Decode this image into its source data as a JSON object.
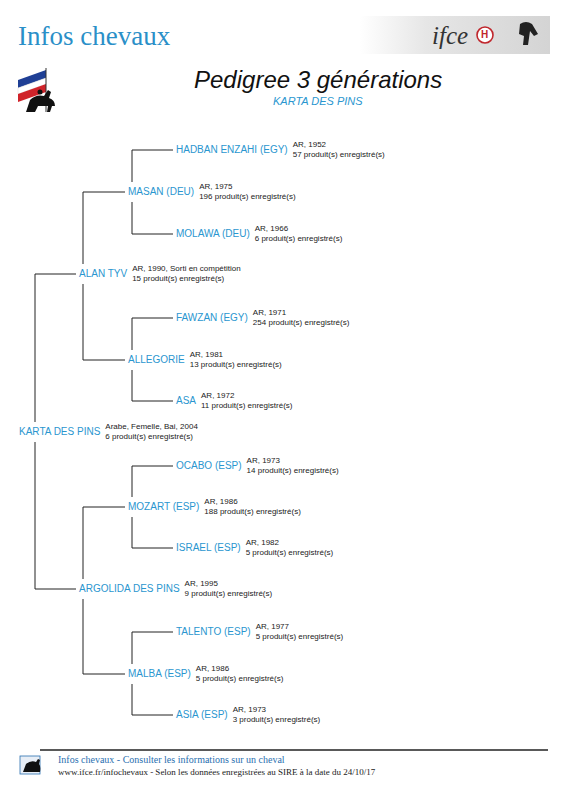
{
  "diagram": {
    "title": "Pedigree 3 générations",
    "nodes": [
      {
        "text": [
          "HADBAN ENZAHI (EGY)",
          "AR, 1952",
          "57 produit(s) enregistré(s)"
        ]
      },
      {
        "text": [
          "MASAN (DEU)",
          "AR, 1975",
          "196 produit(s) enregistré(s)"
        ]
      },
      {
        "text": [
          "MOLAWA (DEU)",
          "AR, 1966",
          "6 produit(s) enregistré(s)"
        ]
      },
      {
        "text": [
          "ALAN TYV",
          "AR, 1990, Sorti en compétition",
          "15 produit(s) enregistré(s)"
        ]
      },
      {
        "text": [
          "FAWZAN (EGY)",
          "AR, 1971",
          "254 produit(s) enregistré(s)"
        ]
      },
      {
        "text": [
          "ALLEGORIE",
          "AR, 1981",
          "13 produit(s) enregistré(s)"
        ]
      },
      {
        "text": [
          "ASA",
          "AR, 1972",
          "11 produit(s) enregistré(s)"
        ]
      },
      {
        "text": [
          "KARTA DES PINS",
          "Arabe, Femelle, Bai, 2004",
          "6 produit(s) enregistré(s)"
        ]
      },
      {
        "text": [
          "OCABO (ESP)",
          "AR, 1973",
          "14 produit(s) enregistré(s)"
        ]
      },
      {
        "text": [
          "MOZART (ESP)",
          "AR, 1986",
          "188 produit(s) enregistré(s)"
        ]
      },
      {
        "text": [
          "ISRAEL (ESP)",
          "AR, 1982",
          "5 produit(s) enregistré(s)"
        ]
      },
      {
        "text": [
          "ARGOLIDA DES PINS",
          "AR, 1995",
          "9 produit(s) enregistré(s)"
        ]
      },
      {
        "text": [
          "TALENTO (ESP)",
          "AR, 1977",
          "5 produit(s) enregistré(s)"
        ]
      },
      {
        "text": [
          "MALBA (ESP)",
          "AR, 1986",
          "5 produit(s) enregistré(s)"
        ]
      },
      {
        "text": [
          "ASIA (ESP)",
          "AR, 1973",
          "3 produit(s) enregistré(s)"
        ]
      }
    ],
    "edges": [
      {
        "from": 7,
        "to": 3,
        "arrow": "none"
      },
      {
        "from": 7,
        "to": 11,
        "arrow": "none"
      },
      {
        "from": 3,
        "to": 1,
        "arrow": "none"
      },
      {
        "from": 3,
        "to": 5,
        "arrow": "none"
      },
      {
        "from": 1,
        "to": 0,
        "arrow": "none"
      },
      {
        "from": 1,
        "to": 2,
        "arrow": "none"
      },
      {
        "from": 5,
        "to": 4,
        "arrow": "none"
      },
      {
        "from": 5,
        "to": 6,
        "arrow": "none"
      },
      {
        "from": 11,
        "to": 9,
        "arrow": "none"
      },
      {
        "from": 11,
        "to": 13,
        "arrow": "none"
      },
      {
        "from": 9,
        "to": 8,
        "arrow": "none"
      },
      {
        "from": 9,
        "to": 10,
        "arrow": "none"
      },
      {
        "from": 13,
        "to": 12,
        "arrow": "none"
      },
      {
        "from": 13,
        "to": 14,
        "arrow": "none"
      }
    ],
    "labels": [
      "Infos chevaux",
      "ifce",
      "H",
      "KARTA DES PINS",
      "Infos chevaux - Consulter les informations sur un cheval",
      "www.ifce.fr/infochevaux - Selon les données enregistrées au SIRE à la date du 24/10/17"
    ]
  }
}
